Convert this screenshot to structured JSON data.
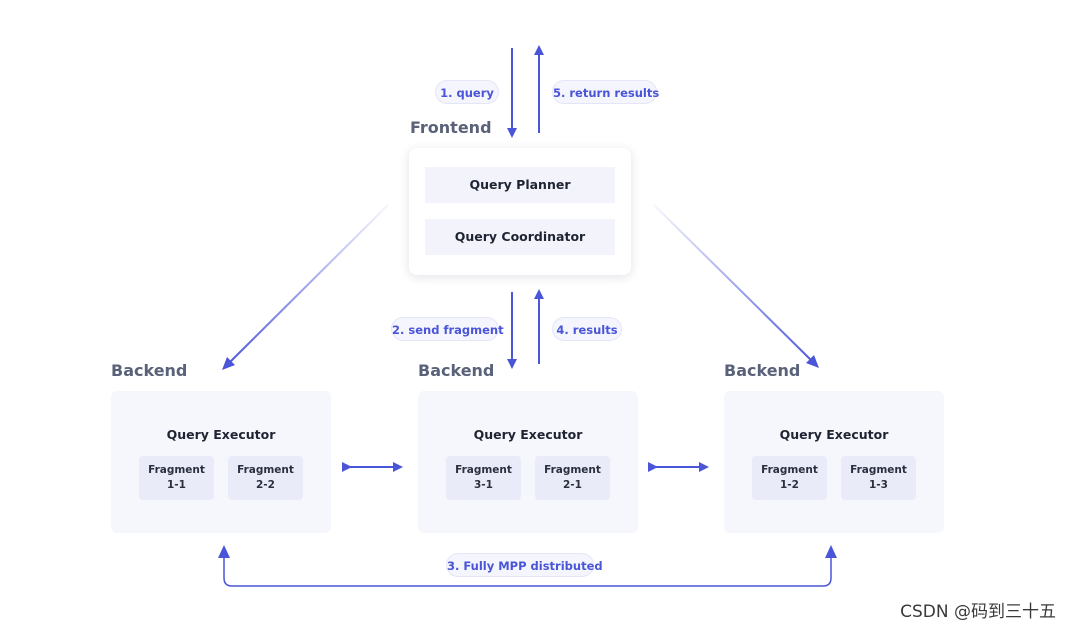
{
  "colors": {
    "arrow": "#4a55d8",
    "pill_bg": "#f4f5fd",
    "card_bg": "#f6f7fd",
    "fragment_bg": "#e9ebf8",
    "label": "#5a6279"
  },
  "pills": {
    "query": "1. query",
    "return_results": "5. return results",
    "send_fragment": "2. send fragment",
    "results": "4. results",
    "mpp": "3. Fully MPP distributed"
  },
  "frontend": {
    "label": "Frontend",
    "planner": "Query Planner",
    "coordinator": "Query Coordinator"
  },
  "backends": [
    {
      "label": "Backend",
      "title": "Query Executor",
      "fragments": [
        {
          "line1": "Fragment",
          "line2": "1-1"
        },
        {
          "line1": "Fragment",
          "line2": "2-2"
        }
      ]
    },
    {
      "label": "Backend",
      "title": "Query Executor",
      "fragments": [
        {
          "line1": "Fragment",
          "line2": "3-1"
        },
        {
          "line1": "Fragment",
          "line2": "2-1"
        }
      ]
    },
    {
      "label": "Backend",
      "title": "Query Executor",
      "fragments": [
        {
          "line1": "Fragment",
          "line2": "1-2"
        },
        {
          "line1": "Fragment",
          "line2": "1-3"
        }
      ]
    }
  ],
  "watermark": "CSDN @码到三十五"
}
